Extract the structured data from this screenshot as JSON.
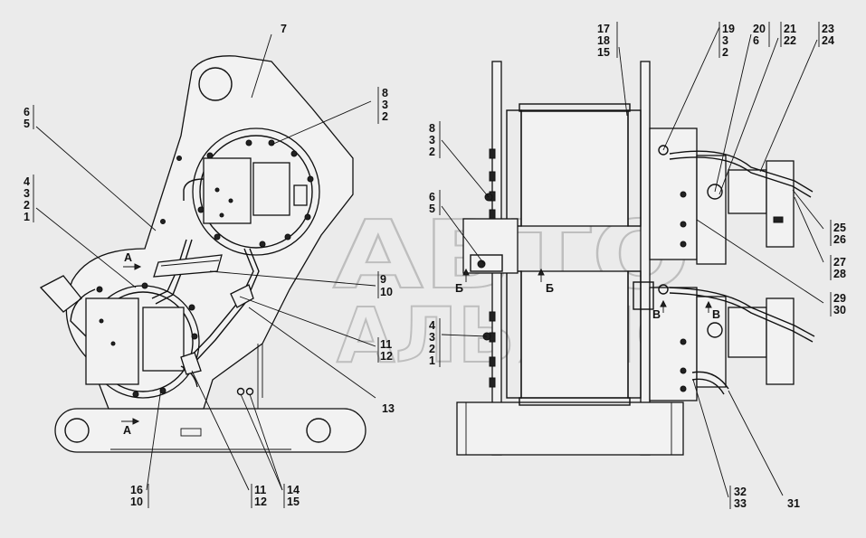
{
  "watermark": {
    "line1": "АВТО",
    "line2": "АЛЬЯНС"
  },
  "labels": {
    "l7": "7",
    "l6_5": [
      "6",
      "5"
    ],
    "l4_1": [
      "4",
      "3",
      "2",
      "1"
    ],
    "l8_2_left": [
      "8",
      "3",
      "2"
    ],
    "l9_10": [
      "9",
      "10"
    ],
    "l11_12_mid": [
      "11",
      "12"
    ],
    "l13": "13",
    "l16_10": [
      "16",
      "10"
    ],
    "l11_12_bot": [
      "11",
      "12"
    ],
    "l14_15": [
      "14",
      "15"
    ],
    "l8_2_right": [
      "8",
      "3",
      "2"
    ],
    "l6_5_right": [
      "6",
      "5"
    ],
    "l4_1_right": [
      "4",
      "3",
      "2",
      "1"
    ],
    "l17_15": [
      "17",
      "18",
      "15"
    ],
    "l19_2": [
      "19",
      "3",
      "2"
    ],
    "l20_6": [
      "20",
      "6"
    ],
    "l21_22": [
      "21",
      "22"
    ],
    "l23_24": [
      "23",
      "24"
    ],
    "l25_26": [
      "25",
      "26"
    ],
    "l27_28": [
      "27",
      "28"
    ],
    "l29_30": [
      "29",
      "30"
    ],
    "l32_33": [
      "32",
      "33"
    ],
    "l31": "31"
  },
  "section_marks": {
    "a": "А",
    "b": "Б",
    "v": "В"
  }
}
